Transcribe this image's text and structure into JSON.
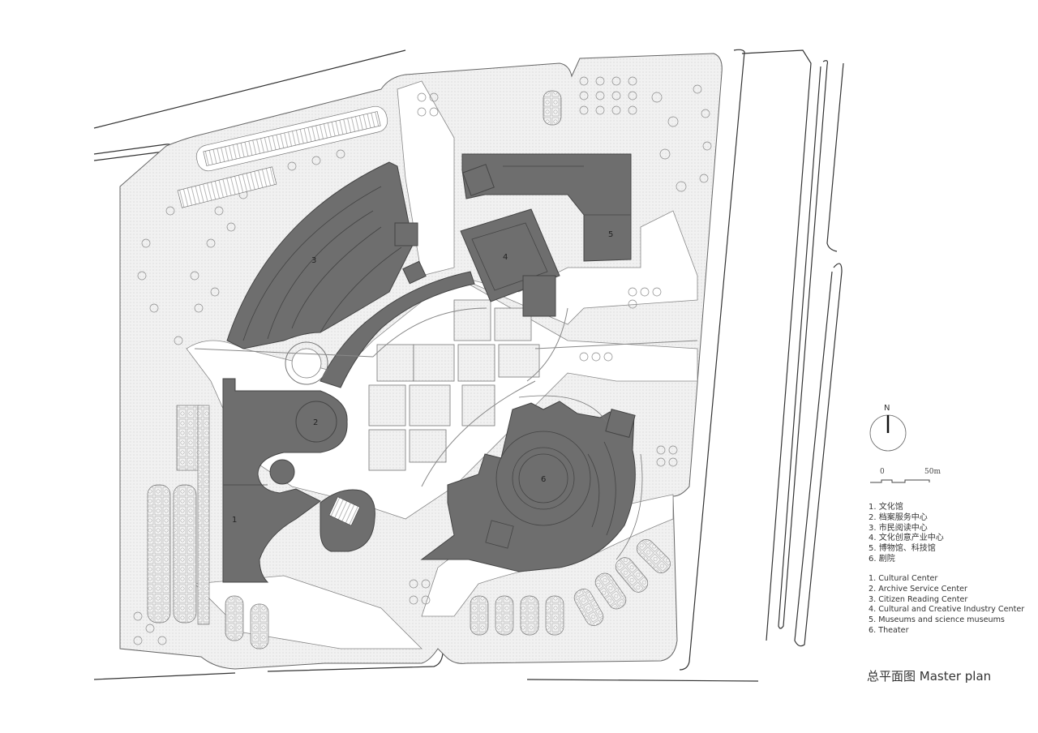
{
  "drawing": {
    "title": "总平面图 Master plan",
    "type": "architectural site master plan",
    "colors": {
      "background": "#ffffff",
      "building_fill": "#6e6e6e",
      "building_outline": "#444444",
      "landscape_fill": "#ececec",
      "line": "#555555"
    }
  },
  "north_arrow": {
    "label": "N",
    "icon": "north-arrow-icon"
  },
  "scale_bar": {
    "start_label": "0",
    "end_label": "50m"
  },
  "buildings": [
    {
      "number": "1",
      "label": "1"
    },
    {
      "number": "2",
      "label": "2"
    },
    {
      "number": "3",
      "label": "3"
    },
    {
      "number": "4",
      "label": "4"
    },
    {
      "number": "5",
      "label": "5"
    },
    {
      "number": "6",
      "label": "6"
    }
  ],
  "legend_cn": [
    "1. 文化馆",
    "2. 档案服务中心",
    "3. 市民阅读中心",
    "4. 文化创意产业中心",
    "5. 博物馆、科技馆",
    "6. 剧院"
  ],
  "legend_en": [
    "1. Cultural Center",
    "2. Archive Service Center",
    "3. Citizen Reading Center",
    "4. Cultural and Creative Industry Center",
    "5. Museums and science museums",
    "6. Theater"
  ]
}
